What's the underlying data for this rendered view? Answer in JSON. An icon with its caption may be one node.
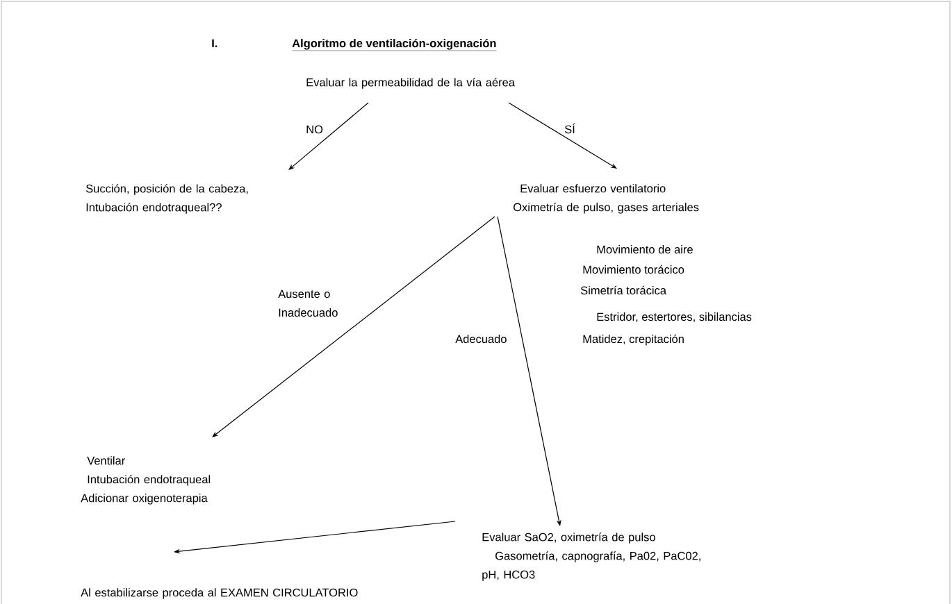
{
  "diagram": {
    "title": "Algoritmo de ventilación-oxigenación",
    "nodes": [
      {
        "text": [
          "Evaluar la permeabilidad de la vía aérea"
        ]
      },
      {
        "text": [
          "Succión, posición de la cabeza, Intubación endotraqueal??"
        ]
      },
      {
        "text": [
          "Evaluar esfuerzo ventilatorio",
          "Oximetría de pulso, gases arteriales"
        ]
      },
      {
        "text": [
          "Ventilar",
          "Intubación endotraqueal",
          "Adicionar oxigenoterapia"
        ]
      },
      {
        "text": [
          "Evaluar SaO2, oximetría de pulso",
          "Gasometría, capnografía, Pa02, PaC02, pH, HCO3"
        ]
      },
      {
        "text": [
          "Al estabilizarse proceda al EXAMEN CIRCULATORIO"
        ]
      }
    ],
    "edges": [
      {
        "from": 0,
        "to": 1,
        "arrow": "to",
        "label": "NO"
      },
      {
        "from": 0,
        "to": 2,
        "arrow": "to",
        "label": "SÍ"
      },
      {
        "from": 2,
        "to": 3,
        "arrow": "to",
        "label": "Ausente o Inadecuado"
      },
      {
        "from": 2,
        "to": 4,
        "arrow": "to",
        "label": "Adecuado"
      },
      {
        "from": 4,
        "to": 5,
        "arrow": "to"
      }
    ],
    "labels": [
      "I.",
      "Movimiento de aire",
      "Movimiento torácico",
      "Simetría torácica",
      "Estridor, estertores, sibilancias",
      "Matidez, crepitación"
    ]
  }
}
